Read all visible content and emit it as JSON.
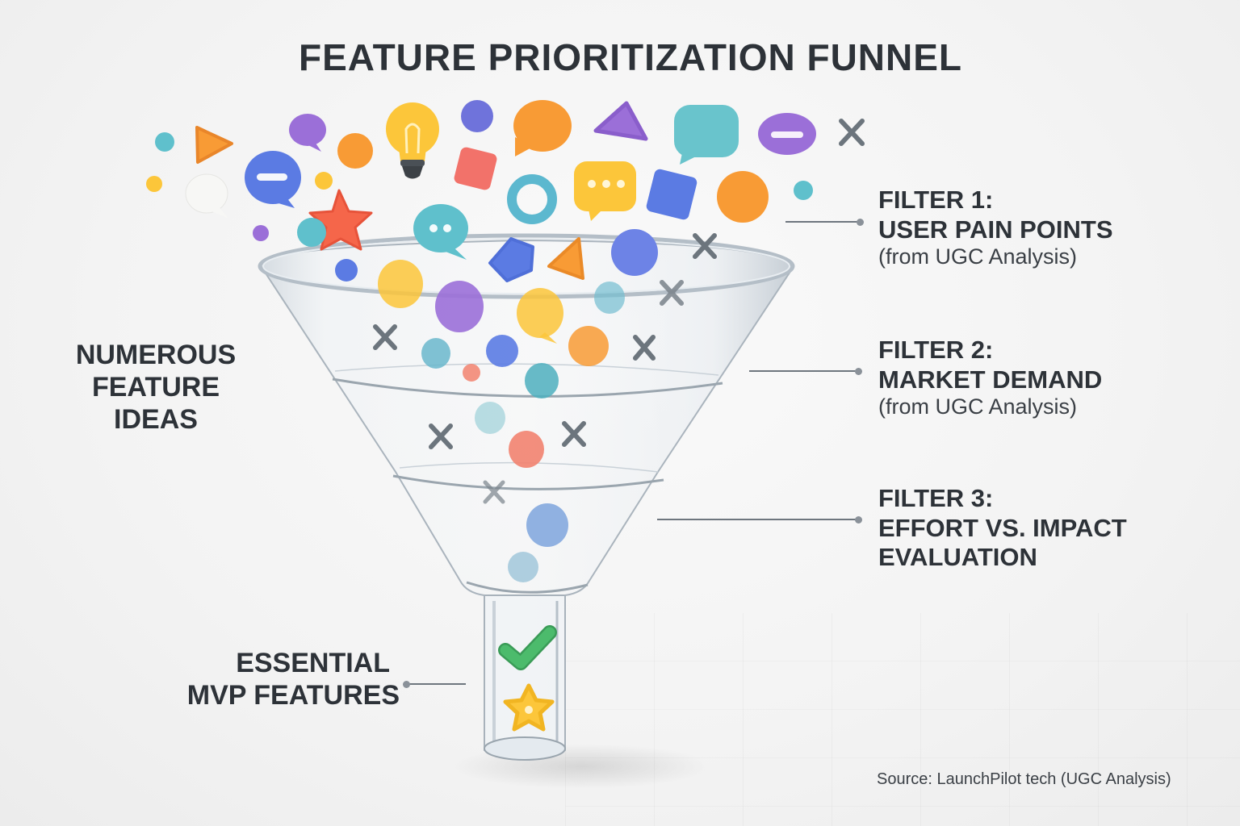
{
  "title": "FEATURE PRIORITIZATION FUNNEL",
  "left_labels": [
    {
      "id": "numerous-feature-ideas",
      "lines": [
        "NUMEROUS",
        "FEATURE IDEAS"
      ]
    },
    {
      "id": "essential-mvp-features",
      "lines": [
        "ESSENTIAL",
        "MVP FEATURES"
      ]
    }
  ],
  "filters": [
    {
      "heading": "FILTER 1:",
      "name": "USER PAIN POINTS",
      "note": "(from UGC Analysis)"
    },
    {
      "heading": "FILTER 2:",
      "name": "MARKET DEMAND",
      "note": "(from UGC Analysis)"
    },
    {
      "heading": "FILTER 3:",
      "name": "EFFORT VS. IMPACT",
      "name2": "EVALUATION"
    }
  ],
  "source": "Source: LaunchPilot tech (UGC Analysis)",
  "icons": {
    "input_ideas": [
      "lightbulb-icon",
      "speech-bubble-icon",
      "star-icon",
      "circle-icon",
      "square-icon",
      "triangle-icon",
      "ring-icon",
      "pentagon-icon",
      "reject-x-icon"
    ],
    "outputs": [
      "checkmark-icon",
      "star-badge-icon"
    ]
  },
  "colors": {
    "text": "#2d3238",
    "blue": "#5b7be3",
    "purple": "#9b6fd8",
    "orange": "#f89b35",
    "yellow": "#fcc63a",
    "teal": "#5fc0cc",
    "coral": "#f2726a",
    "red_orange": "#f5664a",
    "green": "#4cbb6c",
    "reject_x": "#6c757d",
    "glass": "#dfe6ec"
  }
}
